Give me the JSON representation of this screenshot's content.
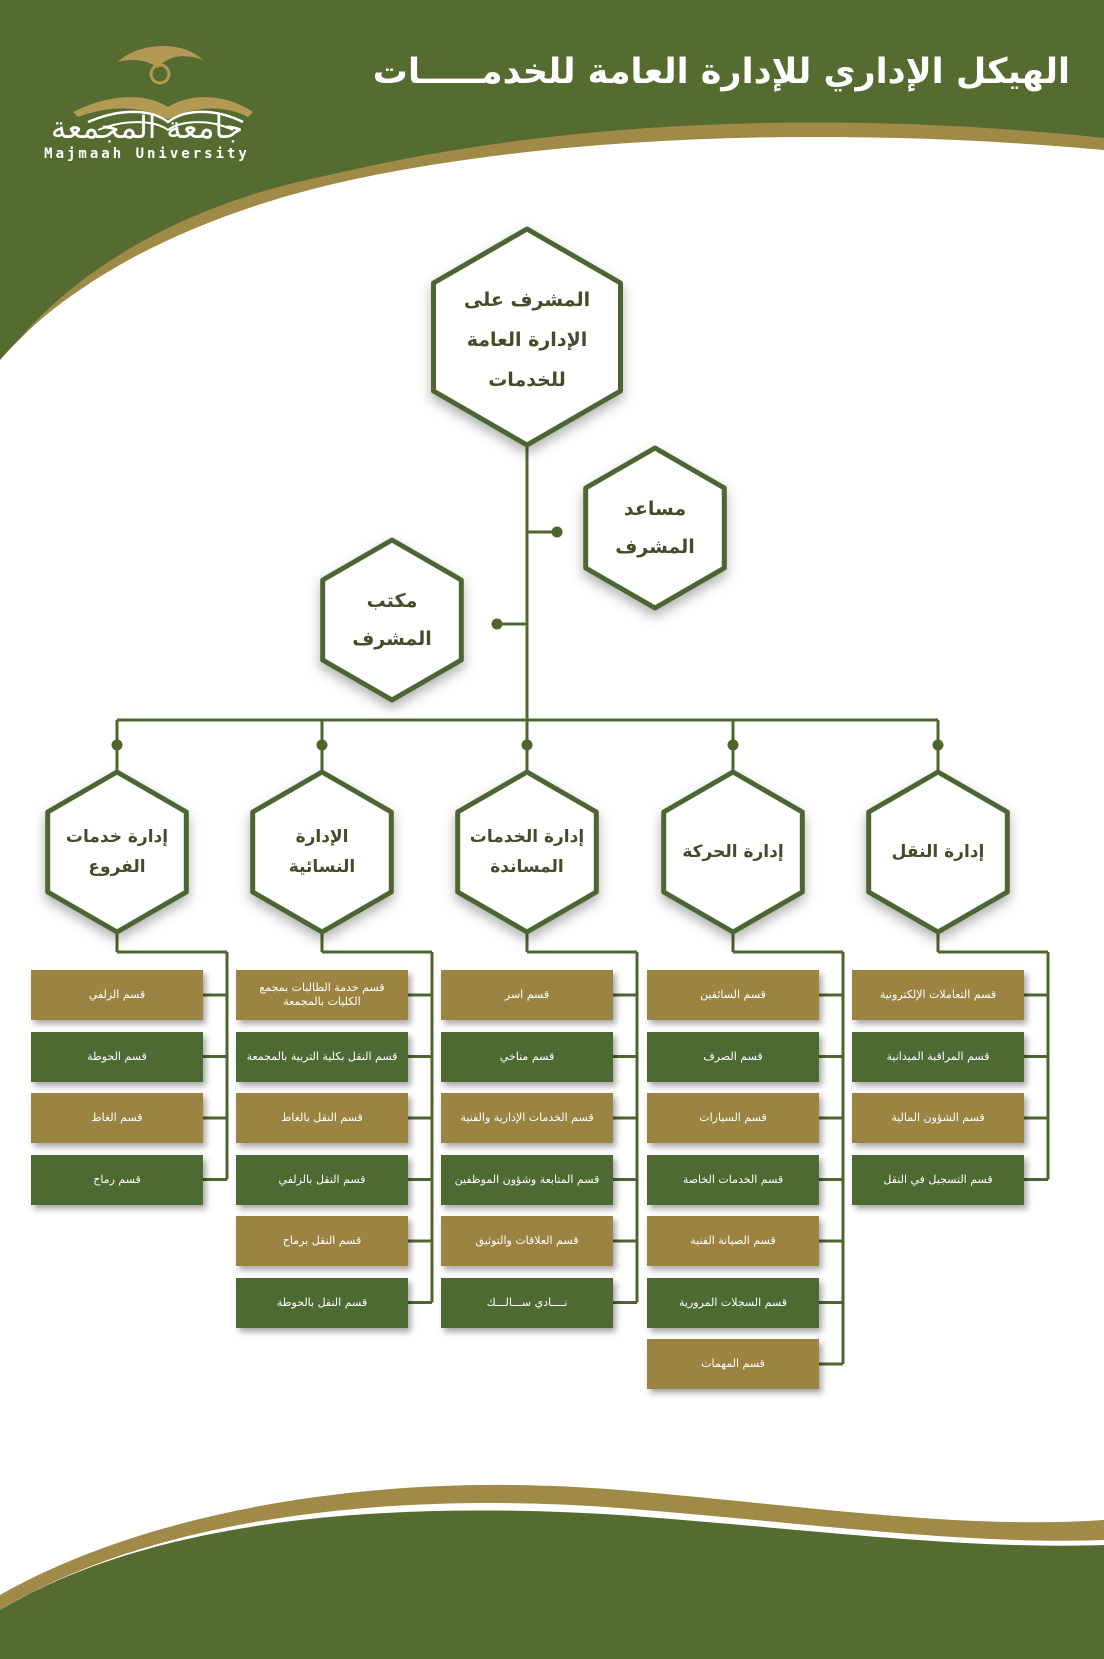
{
  "header": {
    "title": "الهيكل الإداري للإدارة العامة للخدمـــــات",
    "logo_arabic": "جامعة المجمعة",
    "logo_english": "Majmaah University"
  },
  "colors": {
    "green": "#556b2f",
    "gold": "#9b8442",
    "line": "#4e6530"
  },
  "nodes": {
    "supervisor": "المشرف على الإدارة العامة للخدمات",
    "assistant": "مساعد المشرف",
    "office": "مكتب المشرف"
  },
  "departments": [
    {
      "name": "إدارة النقل",
      "sections": [
        {
          "label": "قسم التعاملات الإلكترونية",
          "color": "gold"
        },
        {
          "label": "قسم المراقبة الميدانية",
          "color": "green"
        },
        {
          "label": "قسم الشؤون المالية",
          "color": "gold"
        },
        {
          "label": "قسم التسجيل في النقل",
          "color": "green"
        }
      ]
    },
    {
      "name": "إدارة الحركة",
      "sections": [
        {
          "label": "قسم السائقين",
          "color": "gold"
        },
        {
          "label": "قسم الصرف",
          "color": "green"
        },
        {
          "label": "قسم السيارات",
          "color": "gold"
        },
        {
          "label": "قسم الخدمات الخاصة",
          "color": "green"
        },
        {
          "label": "قسم الصيانة الفنية",
          "color": "gold"
        },
        {
          "label": "قسم السجلات المرورية",
          "color": "green"
        },
        {
          "label": "قسم المهمات",
          "color": "gold"
        }
      ]
    },
    {
      "name": "إدارة الخدمات المساندة",
      "sections": [
        {
          "label": "قسم اسر",
          "color": "gold"
        },
        {
          "label": "قسم مناخي",
          "color": "green"
        },
        {
          "label": "قسم الخدمات الإدارية والفنية",
          "color": "gold"
        },
        {
          "label": "قسم المتابعة وشؤون الموظفين",
          "color": "green"
        },
        {
          "label": "قسم العلاقات والتوثيق",
          "color": "gold"
        },
        {
          "label": "نــــادي ســـالـــك",
          "color": "green"
        }
      ]
    },
    {
      "name": "الإدارة النسائية",
      "sections": [
        {
          "label": "قسم خدمة الطالبات بمجمع الكليات بالمجمعة",
          "color": "gold"
        },
        {
          "label": "قسم النقل بكلية التربية بالمجمعة",
          "color": "green"
        },
        {
          "label": "قسم النقل بالغاط",
          "color": "gold"
        },
        {
          "label": "قسم النقل بالزلفي",
          "color": "green"
        },
        {
          "label": "قسم النقل برماح",
          "color": "gold"
        },
        {
          "label": "قسم النقل بالحوطة",
          "color": "green"
        }
      ]
    },
    {
      "name": "إدارة خدمات الفروع",
      "sections": [
        {
          "label": "قسم الزلفي",
          "color": "gold"
        },
        {
          "label": "قسم الحوطة",
          "color": "green"
        },
        {
          "label": "قسم الغاط",
          "color": "gold"
        },
        {
          "label": "قسم رماح",
          "color": "green"
        }
      ]
    }
  ]
}
